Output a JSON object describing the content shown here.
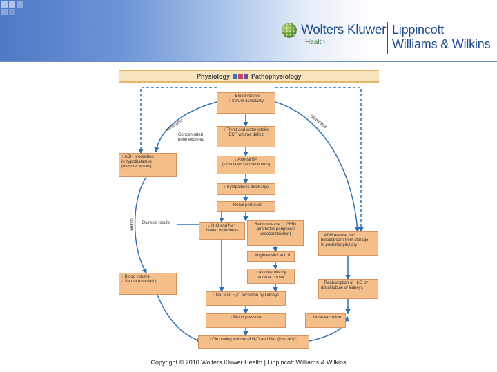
{
  "header": {
    "logo": {
      "wk_name": "Wolters Kluwer",
      "wk_sub": "Health",
      "lww_line1": "Lippincott",
      "lww_line2": "Williams & Wilkins"
    },
    "colors": {
      "band_start": "#4f78c5",
      "wk_blue": "#1f4c8a",
      "wk_green": "#3d7a3a"
    }
  },
  "legend": {
    "left": "Physiology",
    "right": "Pathophysiology",
    "colors": [
      "#3a75c4",
      "#c9455f",
      "#6a4fa0"
    ]
  },
  "diagram": {
    "boxes": {
      "blood_volume_decrease": "↓ Blood volume\n↑ Serum osmolality",
      "thirst": "↑ Thirst and water intake\nECF volume deficit",
      "adh_production": "↑ ADH production\nin hypothalamus\n(osmoreceptors)",
      "arterial_bp": "↓ Arterial BP\n(stimulates baroreceptors)",
      "sympathetic": "↑ Sympathetic discharge",
      "renal_perfusion": "↓ Renal perfusion",
      "filtered": "↓ H₂O and Na⁺\nfiltered by kidneys",
      "renin": "Renin release (↓ GFR)\n(promotes peripheral\nvasoconstriction)",
      "adh_release": "↑ ADH release into\nbloodstream from storage\nin posterior pituitary",
      "angiotensin": "↑ Angiotensin I and II",
      "aldosterone": "↑ Aldosterone by\nadrenal cortex",
      "blood_volume_increase": "↑ Blood volume\n↓ Serum osmolality",
      "reabsorption": "↑ Reabsorption of H₂O by\ndistal tubule of kidneys",
      "excretion": "↓ Na⁺ and H₂O excretion by kidneys",
      "blood_pressure": "↑ Blood pressure",
      "urine": "↓ Urine excretion",
      "circulating": "↑ Circulating volume of H₂O and Na⁺ (loss of K⁺)"
    },
    "labels": {
      "stimulates_left": "stimulates",
      "stimulates_right": "Stimulates",
      "inhibits": "Inhibits",
      "concentrated": "Concentrated\nurine excreted",
      "diuresis": "Diuresis results"
    },
    "colors": {
      "box_fill": "#f5bf8b",
      "box_border": "#d9935a",
      "arrow_blue": "#2f6fb3",
      "legend_bar": "#f7e4bd"
    },
    "icons": [
      "up-arrow-icon",
      "down-arrow-icon"
    ]
  },
  "footer": {
    "copyright": "Copyright © 2010 Wolters Kluwer Health | Lippincott Williams & Wilkins"
  }
}
